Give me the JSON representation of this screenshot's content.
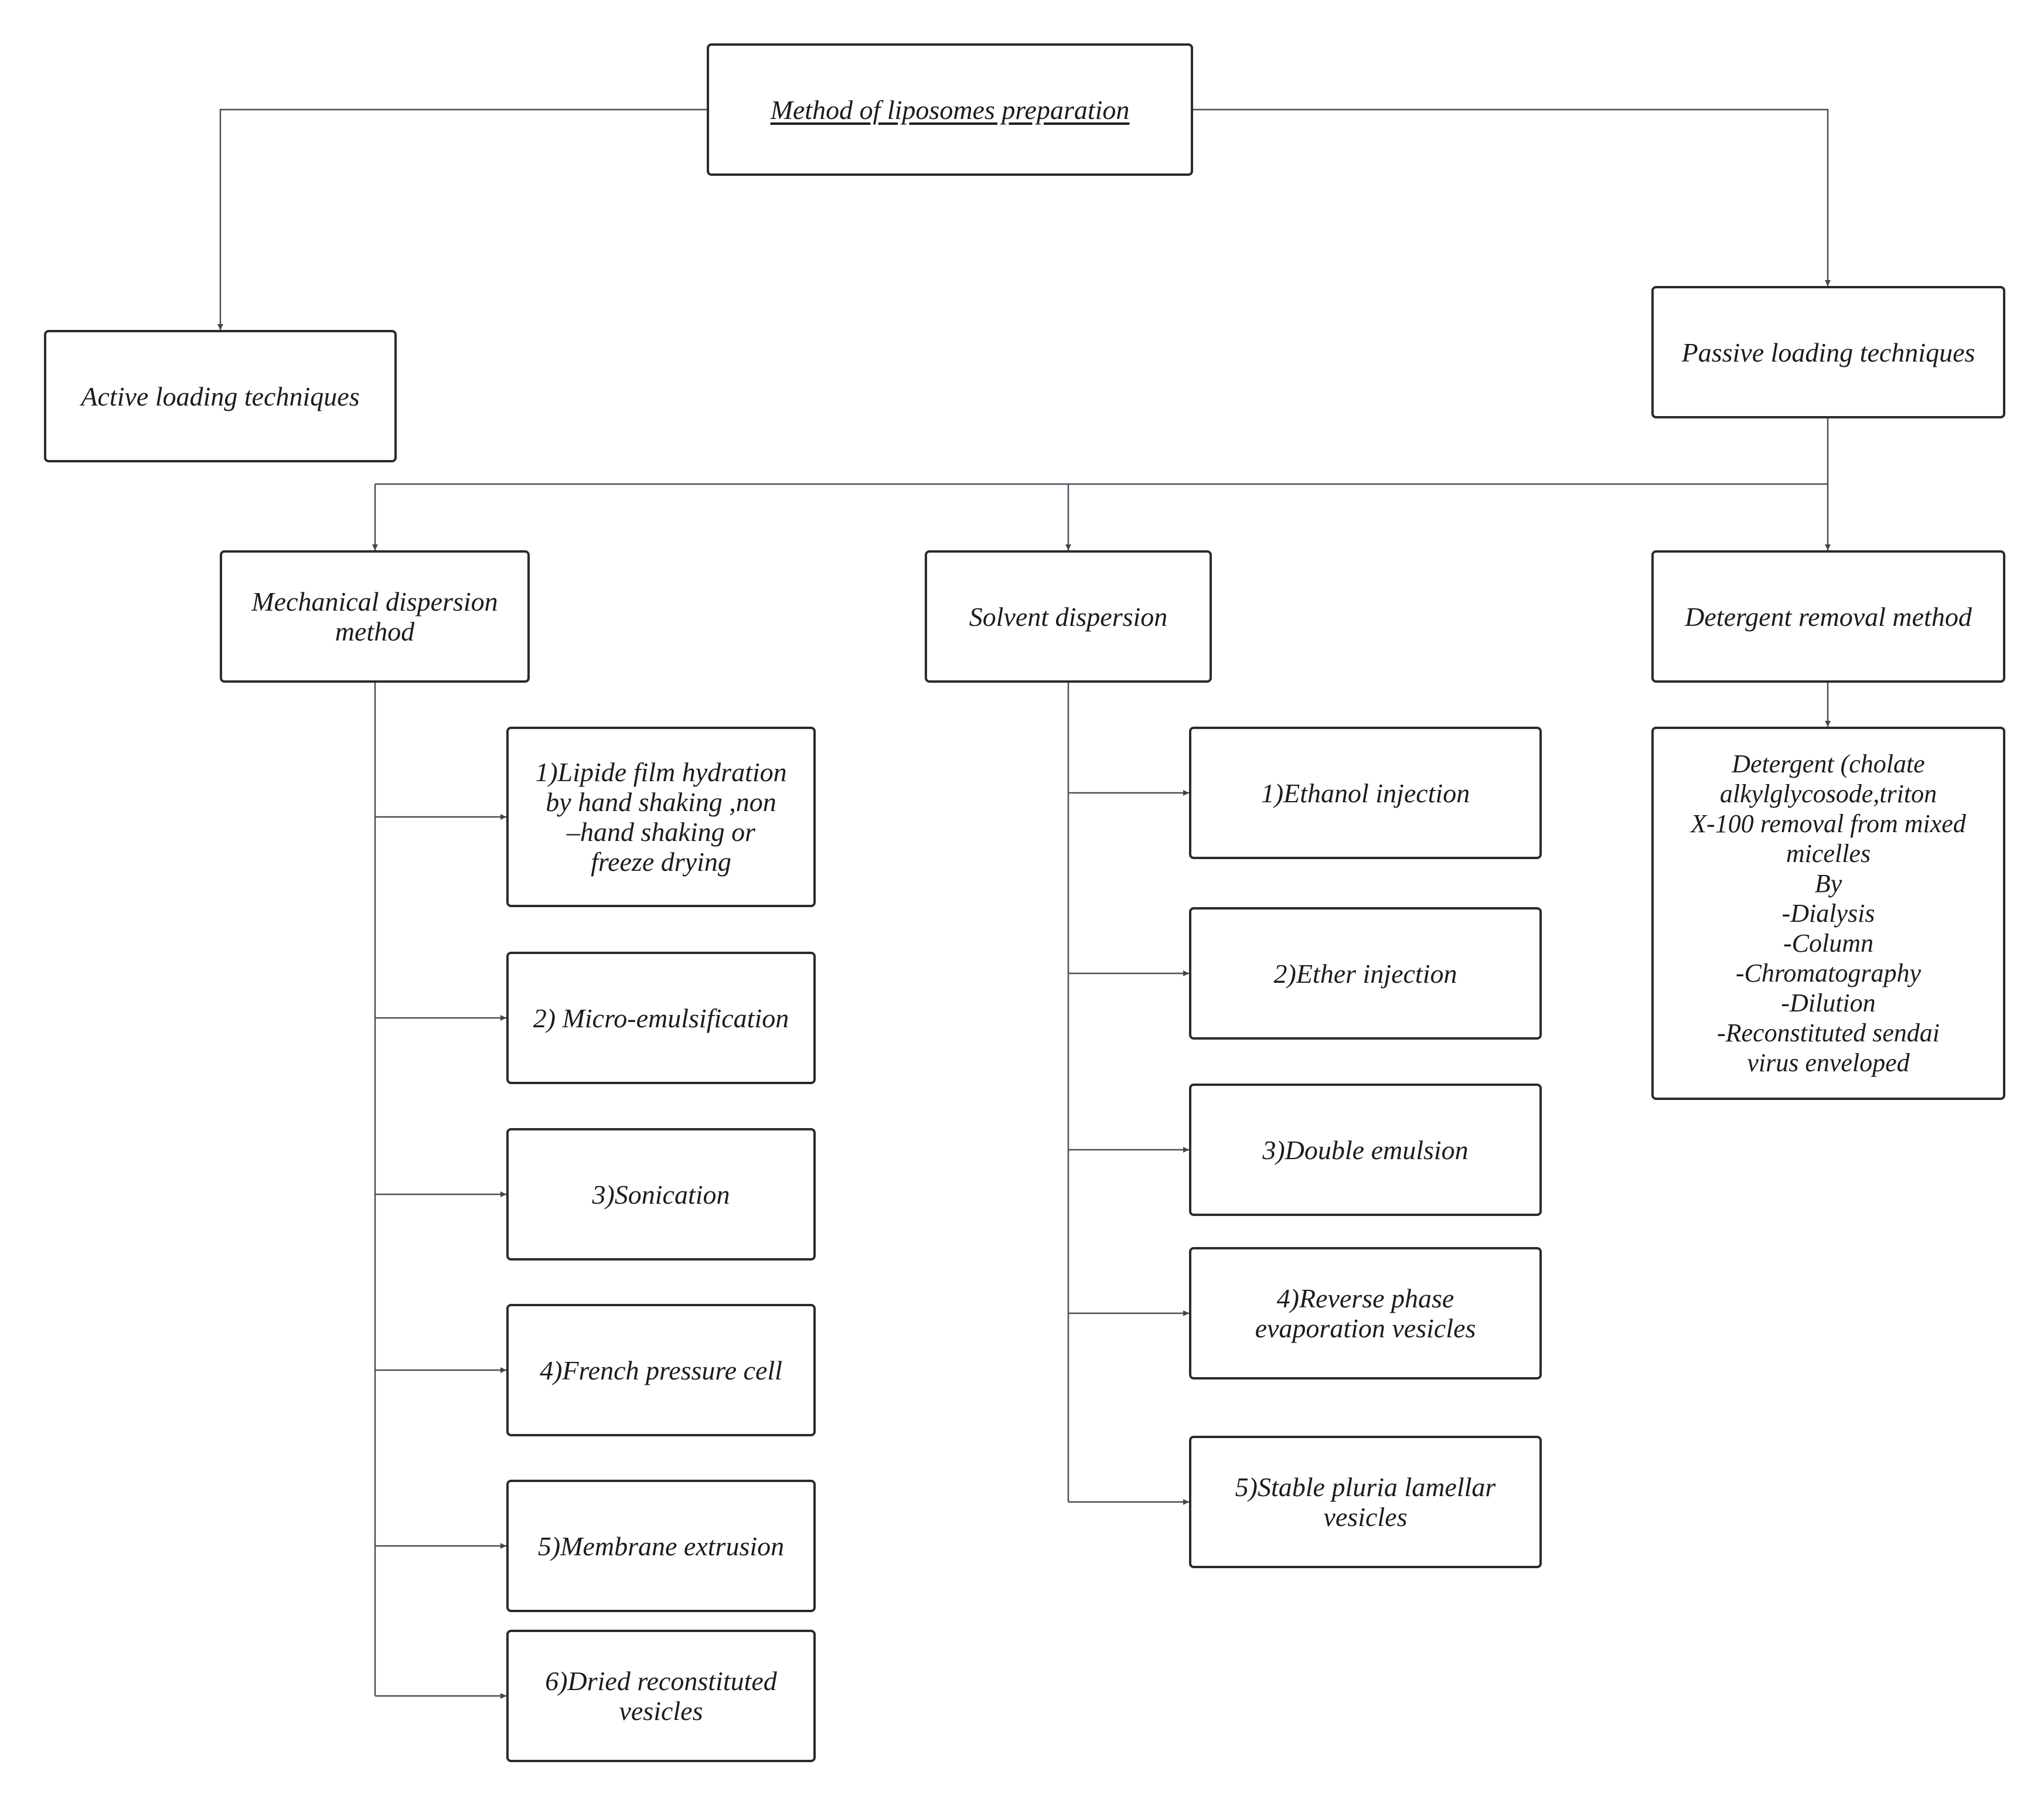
{
  "diagram": {
    "root": "Method of liposomes preparation",
    "active": "Active loading techniques",
    "passive": "Passive loading techniques",
    "mechanical": {
      "title": "Mechanical dispersion\nmethod",
      "items": [
        "1)Lipide film hydration\nby hand shaking ,non\n–hand shaking or\nfreeze drying",
        "2) Micro-emulsification",
        "3)Sonication",
        "4)French pressure cell",
        "5)Membrane extrusion",
        "6)Dried reconstituted\nvesicles"
      ]
    },
    "solvent": {
      "title": "Solvent dispersion",
      "items": [
        "1)Ethanol injection",
        "2)Ether injection",
        "3)Double emulsion",
        "4)Reverse phase\nevaporation vesicles",
        "5)Stable pluria lamellar\nvesicles"
      ]
    },
    "detergent": {
      "title": "Detergent removal method",
      "description": "Detergent (cholate\nalkylglycosode,triton\nX-100 removal from mixed\nmicelles\nBy\n-Dialysis\n-Column\n-Chromatography\n-Dilution\n-Reconstituted sendai\nvirus enveloped"
    },
    "colors": {
      "border": "#2b2b2b",
      "connector": "#4a4f5c",
      "text": "#1c1c1c",
      "background": "#ffffff"
    }
  }
}
